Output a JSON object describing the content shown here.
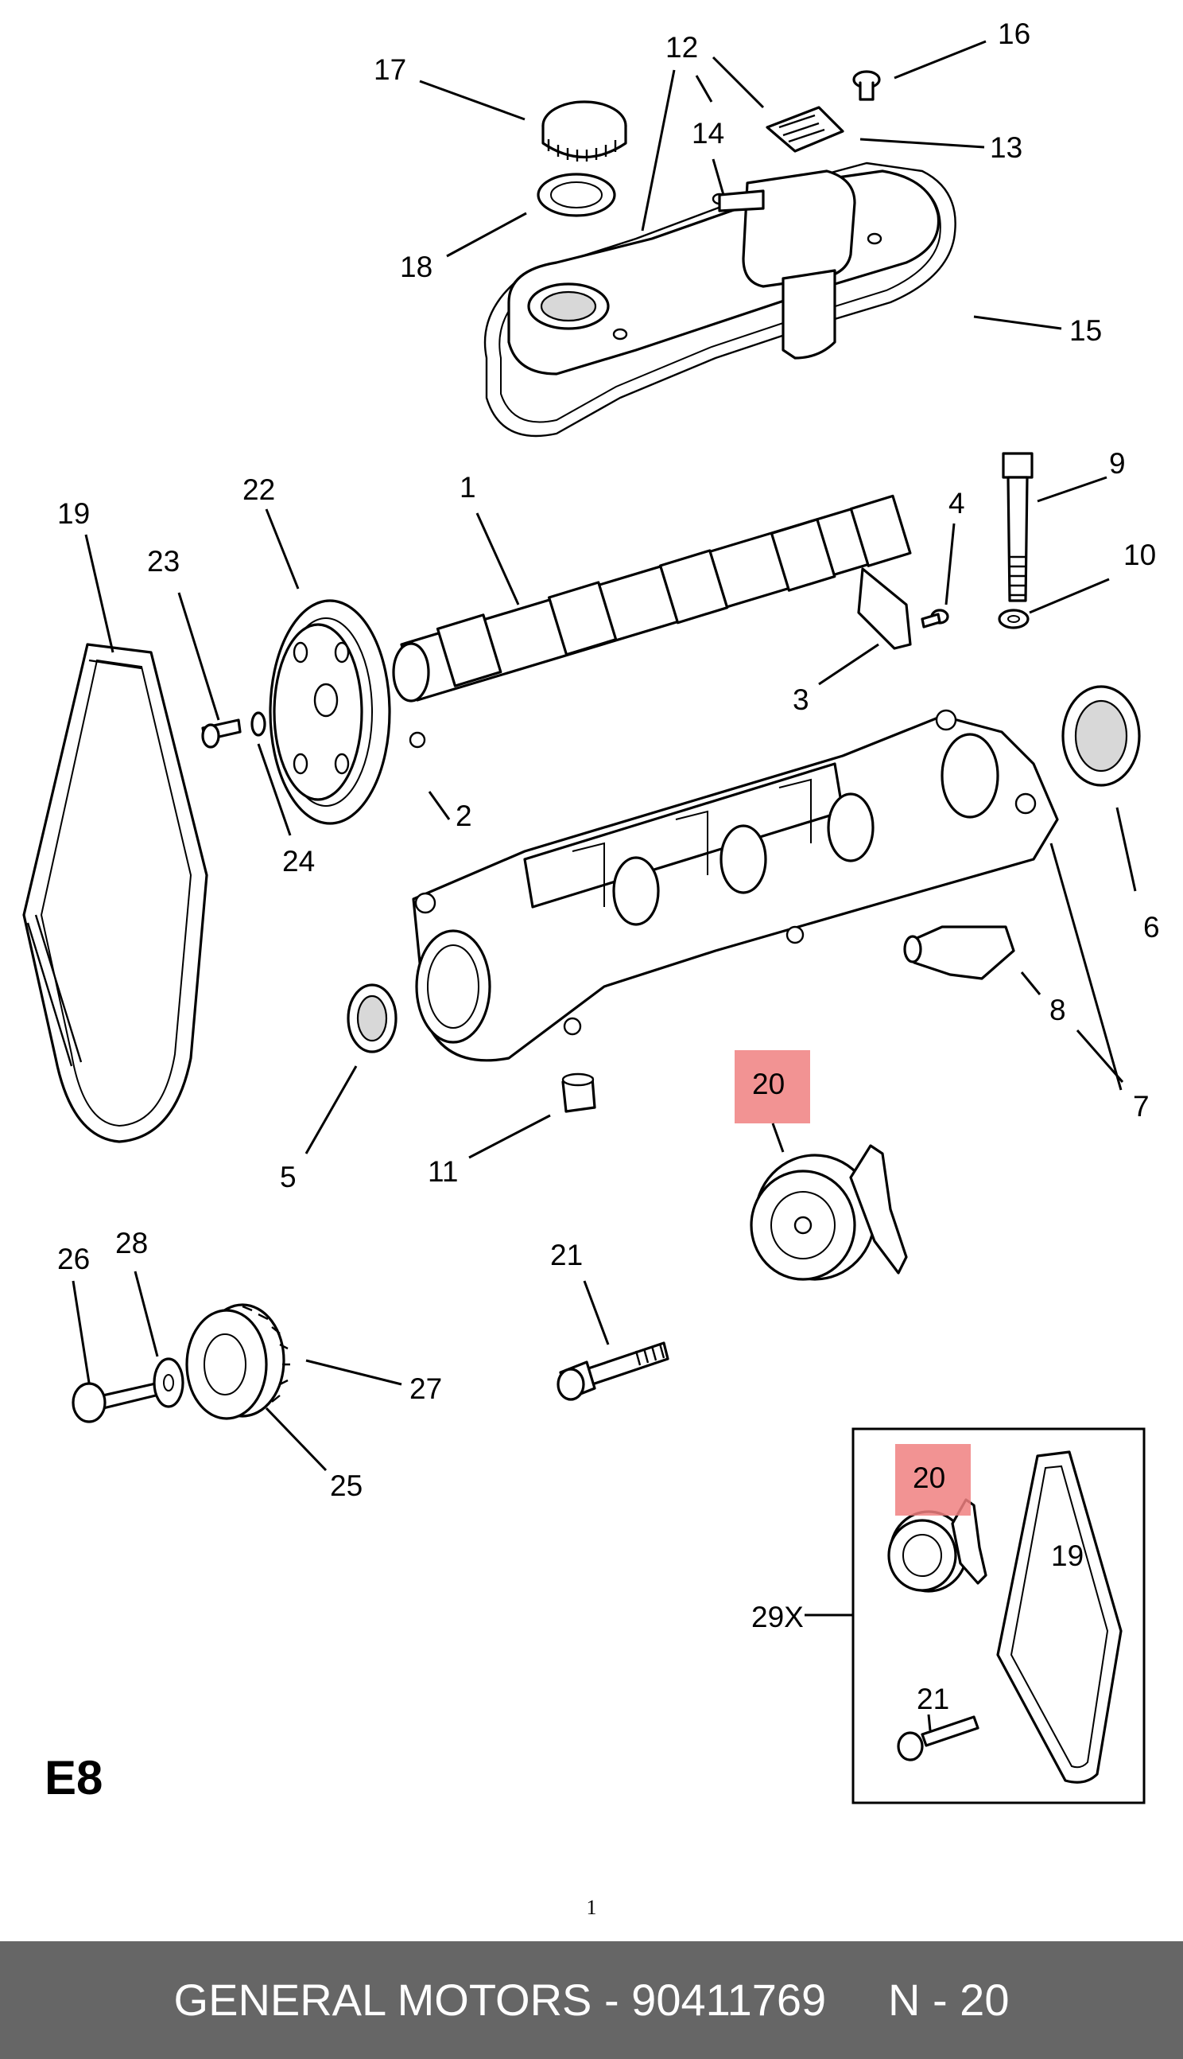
{
  "diagram": {
    "page_code": "E8",
    "page_number": "1",
    "callouts": {
      "c1": "1",
      "c2": "2",
      "c3": "3",
      "c4": "4",
      "c5": "5",
      "c6": "6",
      "c7": "7",
      "c8": "8",
      "c9": "9",
      "c10": "10",
      "c11": "11",
      "c12": "12",
      "c13": "13",
      "c14": "14",
      "c15": "15",
      "c16": "16",
      "c17": "17",
      "c18": "18",
      "c19": "19",
      "c20": "20",
      "c21": "21",
      "c22": "22",
      "c23": "23",
      "c24": "24",
      "c25": "25",
      "c26": "26",
      "c27": "27",
      "c28": "28",
      "c29x": "29X",
      "inset_c19": "19",
      "inset_c20": "20",
      "inset_c21": "21"
    },
    "highlight_color": "#f08080"
  },
  "footer": {
    "text": "GENERAL MOTORS - 90411769     N - 20",
    "background": "#666666"
  }
}
